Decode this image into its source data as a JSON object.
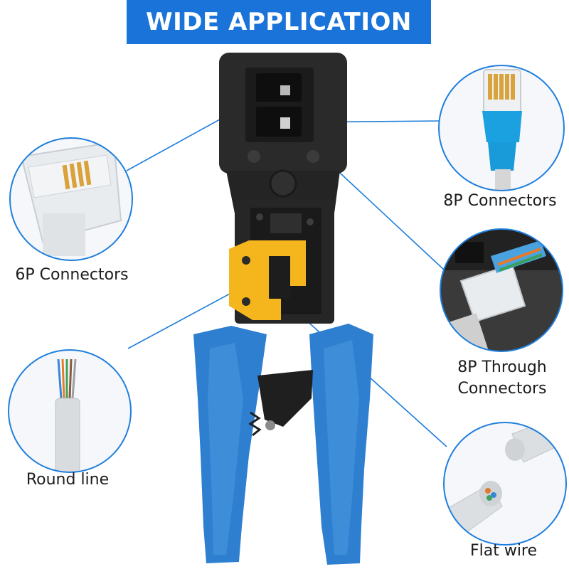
{
  "banner": {
    "title": "WIDE APPLICATION"
  },
  "labels": {
    "six_p": "6P Connectors",
    "eight_p": "8P Connectors",
    "eight_p_through_line1": "8P Through",
    "eight_p_through_line2": "Connectors",
    "round_line": "Round line",
    "flat_wire": "Flat wire"
  },
  "colors": {
    "banner_bg": "#1a73d8",
    "accent_blue": "#1f7fdc",
    "handle_blue": "#2e7fd0",
    "tool_body": "#2a2a2a",
    "guide_yellow": "#f4b61c"
  },
  "icons": [
    "crimping-tool-icon",
    "rj11-connector-icon",
    "rj45-connector-icon",
    "pass-through-connector-icon",
    "round-cable-icon",
    "flat-cable-icon"
  ]
}
